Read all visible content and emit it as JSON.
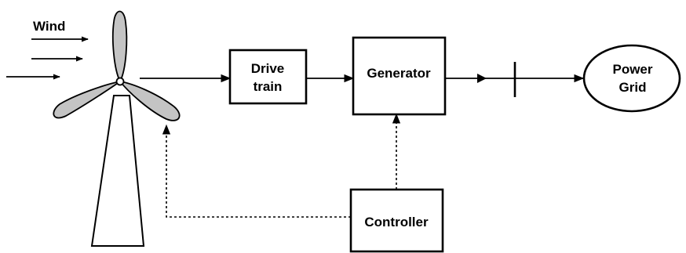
{
  "labels": {
    "wind": "Wind",
    "drive_train": [
      "Drive",
      "train"
    ],
    "generator": "Generator",
    "controller": "Controller",
    "power_grid": [
      "Power",
      "Grid"
    ]
  }
}
